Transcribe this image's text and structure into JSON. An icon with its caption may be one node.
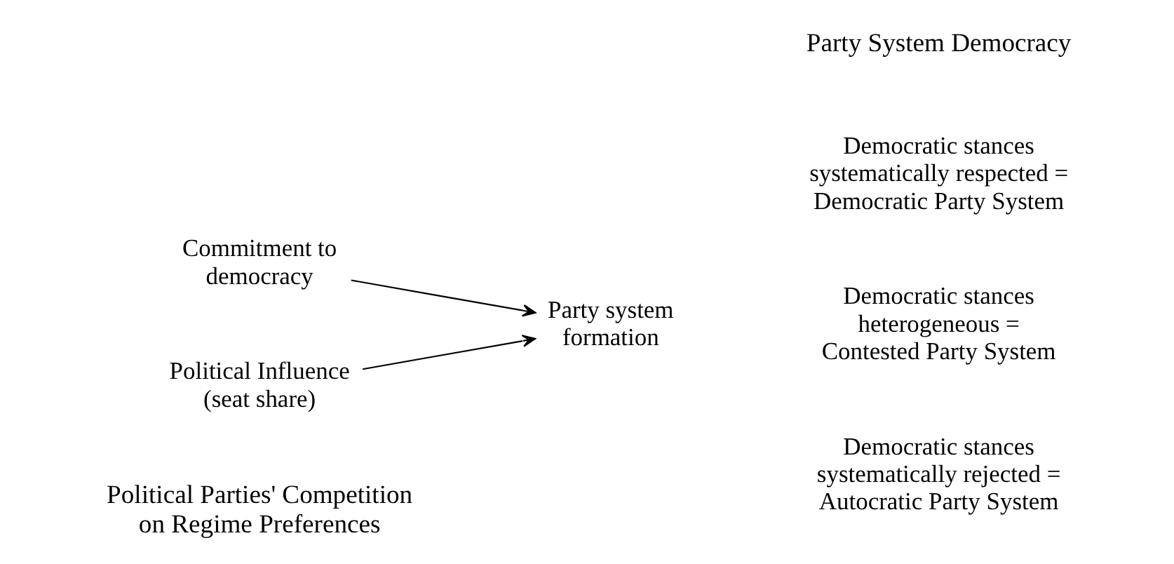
{
  "diagram": {
    "nodes": [
      {
        "text": [
          "Commitment to democracy"
        ]
      },
      {
        "text": [
          "Political Influence (seat share)"
        ]
      },
      {
        "text": [
          "Party system formation"
        ]
      },
      {
        "text": [
          "Democratic stances systematically respected = Democratic Party System"
        ]
      },
      {
        "text": [
          "Democratic stances heterogeneous = Contested Party System"
        ]
      },
      {
        "text": [
          "Democratic stances systematically rejected = Autocratic Party System"
        ]
      }
    ],
    "edges": [
      {
        "from": 0,
        "to": 2,
        "arrow": "to"
      },
      {
        "from": 1,
        "to": 2,
        "arrow": "to"
      }
    ],
    "labels": [
      "Political Parties' Competition on Regime Preferences",
      "Party System Democracy"
    ]
  }
}
